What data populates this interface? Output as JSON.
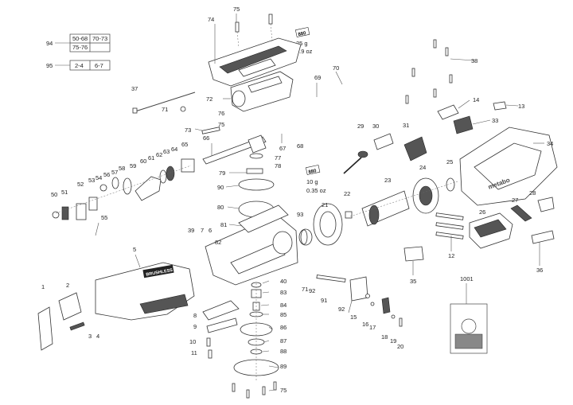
{
  "legend": {
    "table_94": {
      "id": "94",
      "row1": [
        "50-68",
        "70-73"
      ],
      "row2": [
        "75-76",
        ""
      ]
    },
    "table_95": {
      "id": "95",
      "row1": [
        "2-4",
        "6-7"
      ]
    }
  },
  "grease_notes": [
    {
      "badge": "880",
      "weight_g": "25 g",
      "weight_oz": "0.9 oz"
    },
    {
      "badge": "880",
      "weight_g": "10 g",
      "weight_oz": "0.35 oz"
    }
  ],
  "housing_texts": {
    "housing_brand": "metabo",
    "saw_brand": "BRUSHLESS"
  },
  "labels": [
    {
      "n": "1"
    },
    {
      "n": "2"
    },
    {
      "n": "3"
    },
    {
      "n": "4"
    },
    {
      "n": "5"
    },
    {
      "n": "6"
    },
    {
      "n": "7"
    },
    {
      "n": "8"
    },
    {
      "n": "9"
    },
    {
      "n": "10"
    },
    {
      "n": "11"
    },
    {
      "n": "12"
    },
    {
      "n": "13"
    },
    {
      "n": "14"
    },
    {
      "n": "15"
    },
    {
      "n": "16"
    },
    {
      "n": "17"
    },
    {
      "n": "18"
    },
    {
      "n": "19"
    },
    {
      "n": "20"
    },
    {
      "n": "21"
    },
    {
      "n": "22"
    },
    {
      "n": "23"
    },
    {
      "n": "24"
    },
    {
      "n": "25"
    },
    {
      "n": "26"
    },
    {
      "n": "27"
    },
    {
      "n": "28"
    },
    {
      "n": "29"
    },
    {
      "n": "30"
    },
    {
      "n": "31"
    },
    {
      "n": "33"
    },
    {
      "n": "34"
    },
    {
      "n": "35"
    },
    {
      "n": "36"
    },
    {
      "n": "37"
    },
    {
      "n": "38"
    },
    {
      "n": "39"
    },
    {
      "n": "40"
    },
    {
      "n": "50"
    },
    {
      "n": "51"
    },
    {
      "n": "52"
    },
    {
      "n": "53"
    },
    {
      "n": "54"
    },
    {
      "n": "55"
    },
    {
      "n": "56"
    },
    {
      "n": "57"
    },
    {
      "n": "58"
    },
    {
      "n": "59"
    },
    {
      "n": "60"
    },
    {
      "n": "61"
    },
    {
      "n": "62"
    },
    {
      "n": "63"
    },
    {
      "n": "64"
    },
    {
      "n": "65"
    },
    {
      "n": "66"
    },
    {
      "n": "67"
    },
    {
      "n": "68"
    },
    {
      "n": "69"
    },
    {
      "n": "70"
    },
    {
      "n": "71"
    },
    {
      "n": "72"
    },
    {
      "n": "73"
    },
    {
      "n": "74"
    },
    {
      "n": "75"
    },
    {
      "n": "75"
    },
    {
      "n": "75"
    },
    {
      "n": "76"
    },
    {
      "n": "77"
    },
    {
      "n": "78"
    },
    {
      "n": "79"
    },
    {
      "n": "80"
    },
    {
      "n": "81"
    },
    {
      "n": "82"
    },
    {
      "n": "83"
    },
    {
      "n": "84"
    },
    {
      "n": "85"
    },
    {
      "n": "86"
    },
    {
      "n": "87"
    },
    {
      "n": "88"
    },
    {
      "n": "89"
    },
    {
      "n": "90"
    },
    {
      "n": "91"
    },
    {
      "n": "92"
    },
    {
      "n": "92"
    },
    {
      "n": "93"
    },
    {
      "n": "71"
    },
    {
      "n": "1001"
    }
  ]
}
